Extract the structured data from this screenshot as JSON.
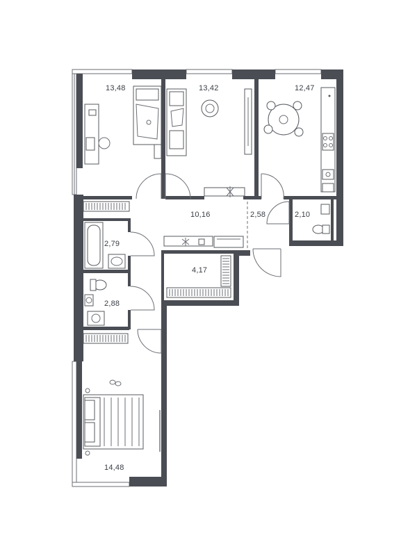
{
  "rooms": {
    "bedroom_top_left": {
      "area": "13,48"
    },
    "living_room": {
      "area": "13,42"
    },
    "kitchen": {
      "area": "12,47"
    },
    "hall": {
      "area": "10,16"
    },
    "corridor": {
      "area": "2,58"
    },
    "wc": {
      "area": "2,10"
    },
    "bathroom": {
      "area": "2,79"
    },
    "storage": {
      "area": "4,17"
    },
    "shower_room": {
      "area": "2,88"
    },
    "bedroom_bottom": {
      "area": "14,48"
    }
  },
  "colors": {
    "wall": "#4a4d54",
    "line": "#6a6d73",
    "text": "#3a3d44",
    "background": "#ffffff"
  }
}
